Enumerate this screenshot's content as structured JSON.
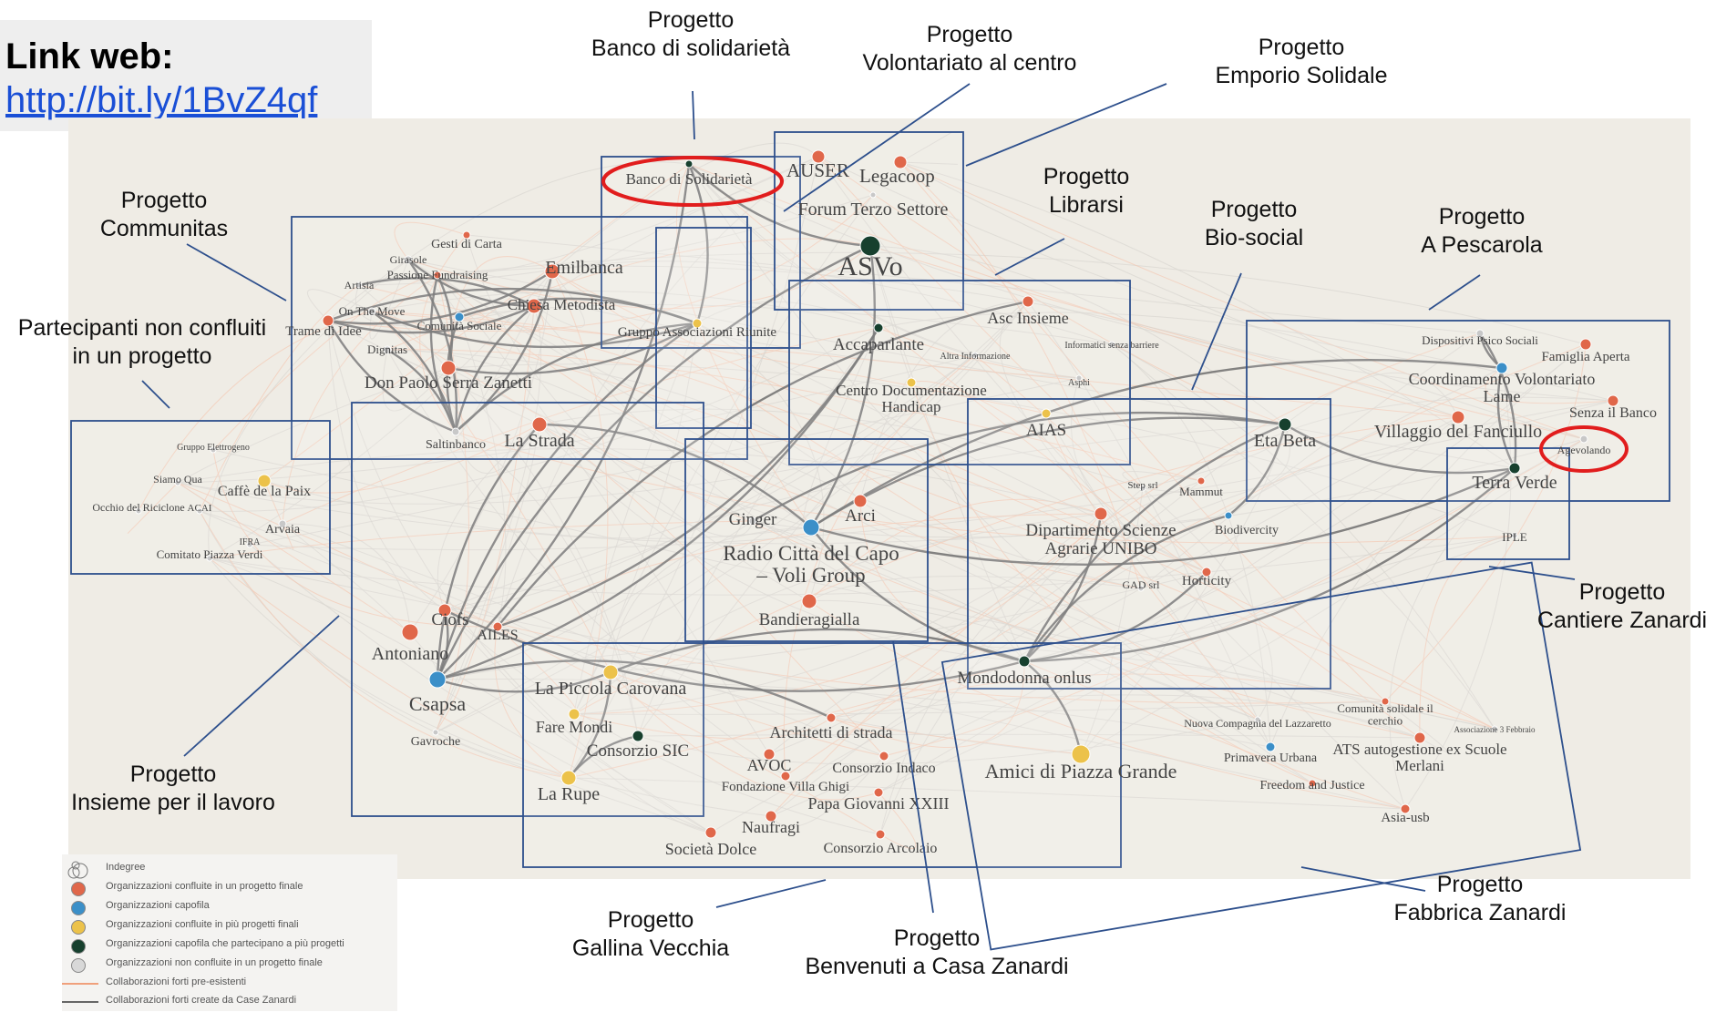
{
  "web_link": {
    "title": "Link web:",
    "url": "http://bit.ly/1BvZ4qf"
  },
  "colors": {
    "orange": "#e0674a",
    "blue": "#3b8fc8",
    "yellow": "#ecc24a",
    "dark": "#17402e",
    "grey": "#c8c8c8",
    "box": "#2d4f8c",
    "highlight": "#e11d1d"
  },
  "projects": [
    {
      "id": "banco",
      "lines": [
        "Progetto",
        "Banco di solidarietà"
      ]
    },
    {
      "id": "volontariato",
      "lines": [
        "Progetto",
        "Volontariato al centro"
      ]
    },
    {
      "id": "emporio",
      "lines": [
        "Progetto",
        "Emporio Solidale"
      ]
    },
    {
      "id": "communitas",
      "lines": [
        "Progetto",
        "Communitas"
      ]
    },
    {
      "id": "librarsi",
      "lines": [
        "Progetto",
        "Librarsi"
      ]
    },
    {
      "id": "biosocial",
      "lines": [
        "Progetto",
        "Bio-social"
      ]
    },
    {
      "id": "pescarola",
      "lines": [
        "Progetto",
        "A Pescarola"
      ]
    },
    {
      "id": "nonconfluiti",
      "lines": [
        "Partecipanti non confluiti",
        "in un progetto"
      ]
    },
    {
      "id": "cantiere",
      "lines": [
        "Progetto",
        "Cantiere Zanardi"
      ]
    },
    {
      "id": "lavoro",
      "lines": [
        "Progetto",
        "Insieme per il lavoro"
      ]
    },
    {
      "id": "gallina",
      "lines": [
        "Progetto",
        "Gallina Vecchia"
      ]
    },
    {
      "id": "benvenuti",
      "lines": [
        "Progetto",
        "Benvenuti a Casa Zanardi"
      ]
    },
    {
      "id": "fabbrica",
      "lines": [
        "Progetto",
        "Fabbrica Zanardi"
      ]
    }
  ],
  "nodes": [
    {
      "id": "banco_sol",
      "label": "Banco di Solidarietà",
      "cat": "dark"
    },
    {
      "id": "auser",
      "label": "AUSER",
      "cat": "orange"
    },
    {
      "id": "legacoop",
      "label": "Legacoop",
      "cat": "orange"
    },
    {
      "id": "forum",
      "label": "Forum Terzo Settore",
      "cat": "grey"
    },
    {
      "id": "asvo",
      "label": "ASVo",
      "cat": "dark"
    },
    {
      "id": "gesti",
      "label": "Gesti di Carta",
      "cat": "orange"
    },
    {
      "id": "girasole",
      "label": "Girasole",
      "cat": "grey"
    },
    {
      "id": "artisia",
      "label": "Artisia",
      "cat": "grey"
    },
    {
      "id": "passione",
      "label": "Passione Fundraising",
      "cat": "orange"
    },
    {
      "id": "emilbanca",
      "label": "Emilbanca",
      "cat": "orange"
    },
    {
      "id": "chiesa",
      "label": "Chiesa Metodista",
      "cat": "orange"
    },
    {
      "id": "onthemove",
      "label": "On The Move",
      "cat": "grey"
    },
    {
      "id": "comunita",
      "label": "Comunità Sociale",
      "cat": "blue"
    },
    {
      "id": "trame",
      "label": "Trame di Idee",
      "cat": "orange"
    },
    {
      "id": "dignitas",
      "label": "Dignitas",
      "cat": "grey"
    },
    {
      "id": "donpaolo",
      "label": "Don Paolo Serra Zanetti",
      "cat": "orange"
    },
    {
      "id": "gruppo",
      "label": "Gruppo Associazioni Riunite",
      "cat": "yellow"
    },
    {
      "id": "saltinbanco",
      "label": "Saltinbanco",
      "cat": "grey"
    },
    {
      "id": "lastrada",
      "label": "La Strada",
      "cat": "orange"
    },
    {
      "id": "accaparlante",
      "label": "Accaparlante",
      "cat": "dark"
    },
    {
      "id": "cdh",
      "label": "Centro Documentazione Handicap",
      "cat": "yellow"
    },
    {
      "id": "ascinsieme",
      "label": "Asc Insieme",
      "cat": "orange"
    },
    {
      "id": "altrainf",
      "label": "Altra Informazione",
      "cat": "grey"
    },
    {
      "id": "informatici",
      "label": "Informatici senza barriere",
      "cat": "grey"
    },
    {
      "id": "asphi",
      "label": "Asphi",
      "cat": "grey"
    },
    {
      "id": "aias",
      "label": "AIAS",
      "cat": "yellow"
    },
    {
      "id": "gruppoelett",
      "label": "Gruppo Elettrogeno",
      "cat": "grey"
    },
    {
      "id": "siamoqua",
      "label": "Siamo Qua",
      "cat": "grey"
    },
    {
      "id": "caffe",
      "label": "Caffè de la Paix",
      "cat": "yellow"
    },
    {
      "id": "occhio",
      "label": "Occhio del Riciclone",
      "cat": "grey"
    },
    {
      "id": "acai",
      "label": "ACAI",
      "cat": "grey"
    },
    {
      "id": "arvaia",
      "label": "Arvaia",
      "cat": "grey"
    },
    {
      "id": "ifra",
      "label": "IFRA",
      "cat": "grey"
    },
    {
      "id": "comitato",
      "label": "Comitato Piazza Verdi",
      "cat": "grey"
    },
    {
      "id": "dispositivi",
      "label": "Dispositivi Psico Sociali",
      "cat": "grey"
    },
    {
      "id": "famiglia",
      "label": "Famiglia Aperta",
      "cat": "orange"
    },
    {
      "id": "coordinamento",
      "label": "Coordinamento Volontariato Lame",
      "cat": "blue"
    },
    {
      "id": "villaggio",
      "label": "Villaggio del Fanciullo",
      "cat": "orange"
    },
    {
      "id": "senzabanco",
      "label": "Senza il Banco",
      "cat": "orange"
    },
    {
      "id": "agevolando",
      "label": "Agevolando",
      "cat": "grey"
    },
    {
      "id": "terraverde",
      "label": "Terra Verde",
      "cat": "dark"
    },
    {
      "id": "iple",
      "label": "IPLE",
      "cat": "grey"
    },
    {
      "id": "etabeta",
      "label": "Eta Beta",
      "cat": "dark"
    },
    {
      "id": "stepsrl",
      "label": "Step srl",
      "cat": "grey"
    },
    {
      "id": "mammut",
      "label": "Mammut",
      "cat": "orange"
    },
    {
      "id": "biodiv",
      "label": "Biodivercity",
      "cat": "blue"
    },
    {
      "id": "dipartimento",
      "label": "Dipartimento Scienze Agrarie UNIBO",
      "cat": "orange"
    },
    {
      "id": "gad",
      "label": "GAD srl",
      "cat": "grey"
    },
    {
      "id": "horticity",
      "label": "Horticity",
      "cat": "orange"
    },
    {
      "id": "ginger",
      "label": "Ginger",
      "cat": "grey"
    },
    {
      "id": "arci",
      "label": "Arci",
      "cat": "orange"
    },
    {
      "id": "radio",
      "label": "Radio Città del Capo – Voli Group",
      "cat": "blue"
    },
    {
      "id": "bandiera",
      "label": "Bandieragialla",
      "cat": "orange"
    },
    {
      "id": "ciofs",
      "label": "Ciofs",
      "cat": "orange"
    },
    {
      "id": "antoniano",
      "label": "Antoniano",
      "cat": "orange"
    },
    {
      "id": "ailes",
      "label": "AILES",
      "cat": "orange"
    },
    {
      "id": "csapsa",
      "label": "Csapsa",
      "cat": "blue"
    },
    {
      "id": "gavroche",
      "label": "Gavroche",
      "cat": "grey"
    },
    {
      "id": "mondodonna",
      "label": "Mondodonna onlus",
      "cat": "dark"
    },
    {
      "id": "piccola",
      "label": "La Piccola Carovana",
      "cat": "yellow"
    },
    {
      "id": "faremondi",
      "label": "Fare Mondi",
      "cat": "yellow"
    },
    {
      "id": "consorziosic",
      "label": "Consorzio SIC",
      "cat": "dark"
    },
    {
      "id": "larupe",
      "label": "La Rupe",
      "cat": "yellow"
    },
    {
      "id": "architetti",
      "label": "Architetti di strada",
      "cat": "orange"
    },
    {
      "id": "avoc",
      "label": "AVOC",
      "cat": "orange"
    },
    {
      "id": "indaco",
      "label": "Consorzio Indaco",
      "cat": "orange"
    },
    {
      "id": "ghigi",
      "label": "Fondazione Villa Ghigi",
      "cat": "orange"
    },
    {
      "id": "papa",
      "label": "Papa Giovanni XXIII",
      "cat": "orange"
    },
    {
      "id": "naufragi",
      "label": "Naufragi",
      "cat": "orange"
    },
    {
      "id": "dolce",
      "label": "Società Dolce",
      "cat": "orange"
    },
    {
      "id": "arcolaio",
      "label": "Consorzio Arcolaio",
      "cat": "orange"
    },
    {
      "id": "amici",
      "label": "Amici di Piazza Grande",
      "cat": "yellow"
    },
    {
      "id": "nuovacomp",
      "label": "Nuova Compagnia del Lazzaretto",
      "cat": "grey"
    },
    {
      "id": "comunitasolidale",
      "label": "Comunità solidale il cerchio",
      "cat": "orange"
    },
    {
      "id": "assfebbraio",
      "label": "Associazione 3 Febbraio",
      "cat": "grey"
    },
    {
      "id": "primavera",
      "label": "Primavera Urbana",
      "cat": "blue"
    },
    {
      "id": "ats",
      "label": "ATS autogestione ex Scuole Merlani",
      "cat": "orange"
    },
    {
      "id": "freedom",
      "label": "Freedom and Justice",
      "cat": "orange"
    },
    {
      "id": "asia",
      "label": "Asia-usb",
      "cat": "orange"
    }
  ],
  "legend": [
    {
      "key": "indegree",
      "label": "Indegree",
      "kind": "size"
    },
    {
      "key": "orange",
      "label": "Organizzazioni confluite in un progetto finale",
      "kind": "dot"
    },
    {
      "key": "blue",
      "label": "Organizzazioni capofila",
      "kind": "dot"
    },
    {
      "key": "yellow",
      "label": "Organizzazioni confluite in più progetti finali",
      "kind": "dot"
    },
    {
      "key": "dark",
      "label": "Organizzazioni capofila che partecipano a più progetti",
      "kind": "dot"
    },
    {
      "key": "grey",
      "label": "Organizzazioni non confluite in un progetto finale",
      "kind": "dot"
    },
    {
      "key": "pre",
      "label": "Collaborazioni forti pre-esistenti",
      "kind": "line",
      "color": "#f0a07c"
    },
    {
      "key": "new",
      "label": "Collaborazioni forti create da Case Zanardi",
      "kind": "line",
      "color": "#666666"
    }
  ]
}
